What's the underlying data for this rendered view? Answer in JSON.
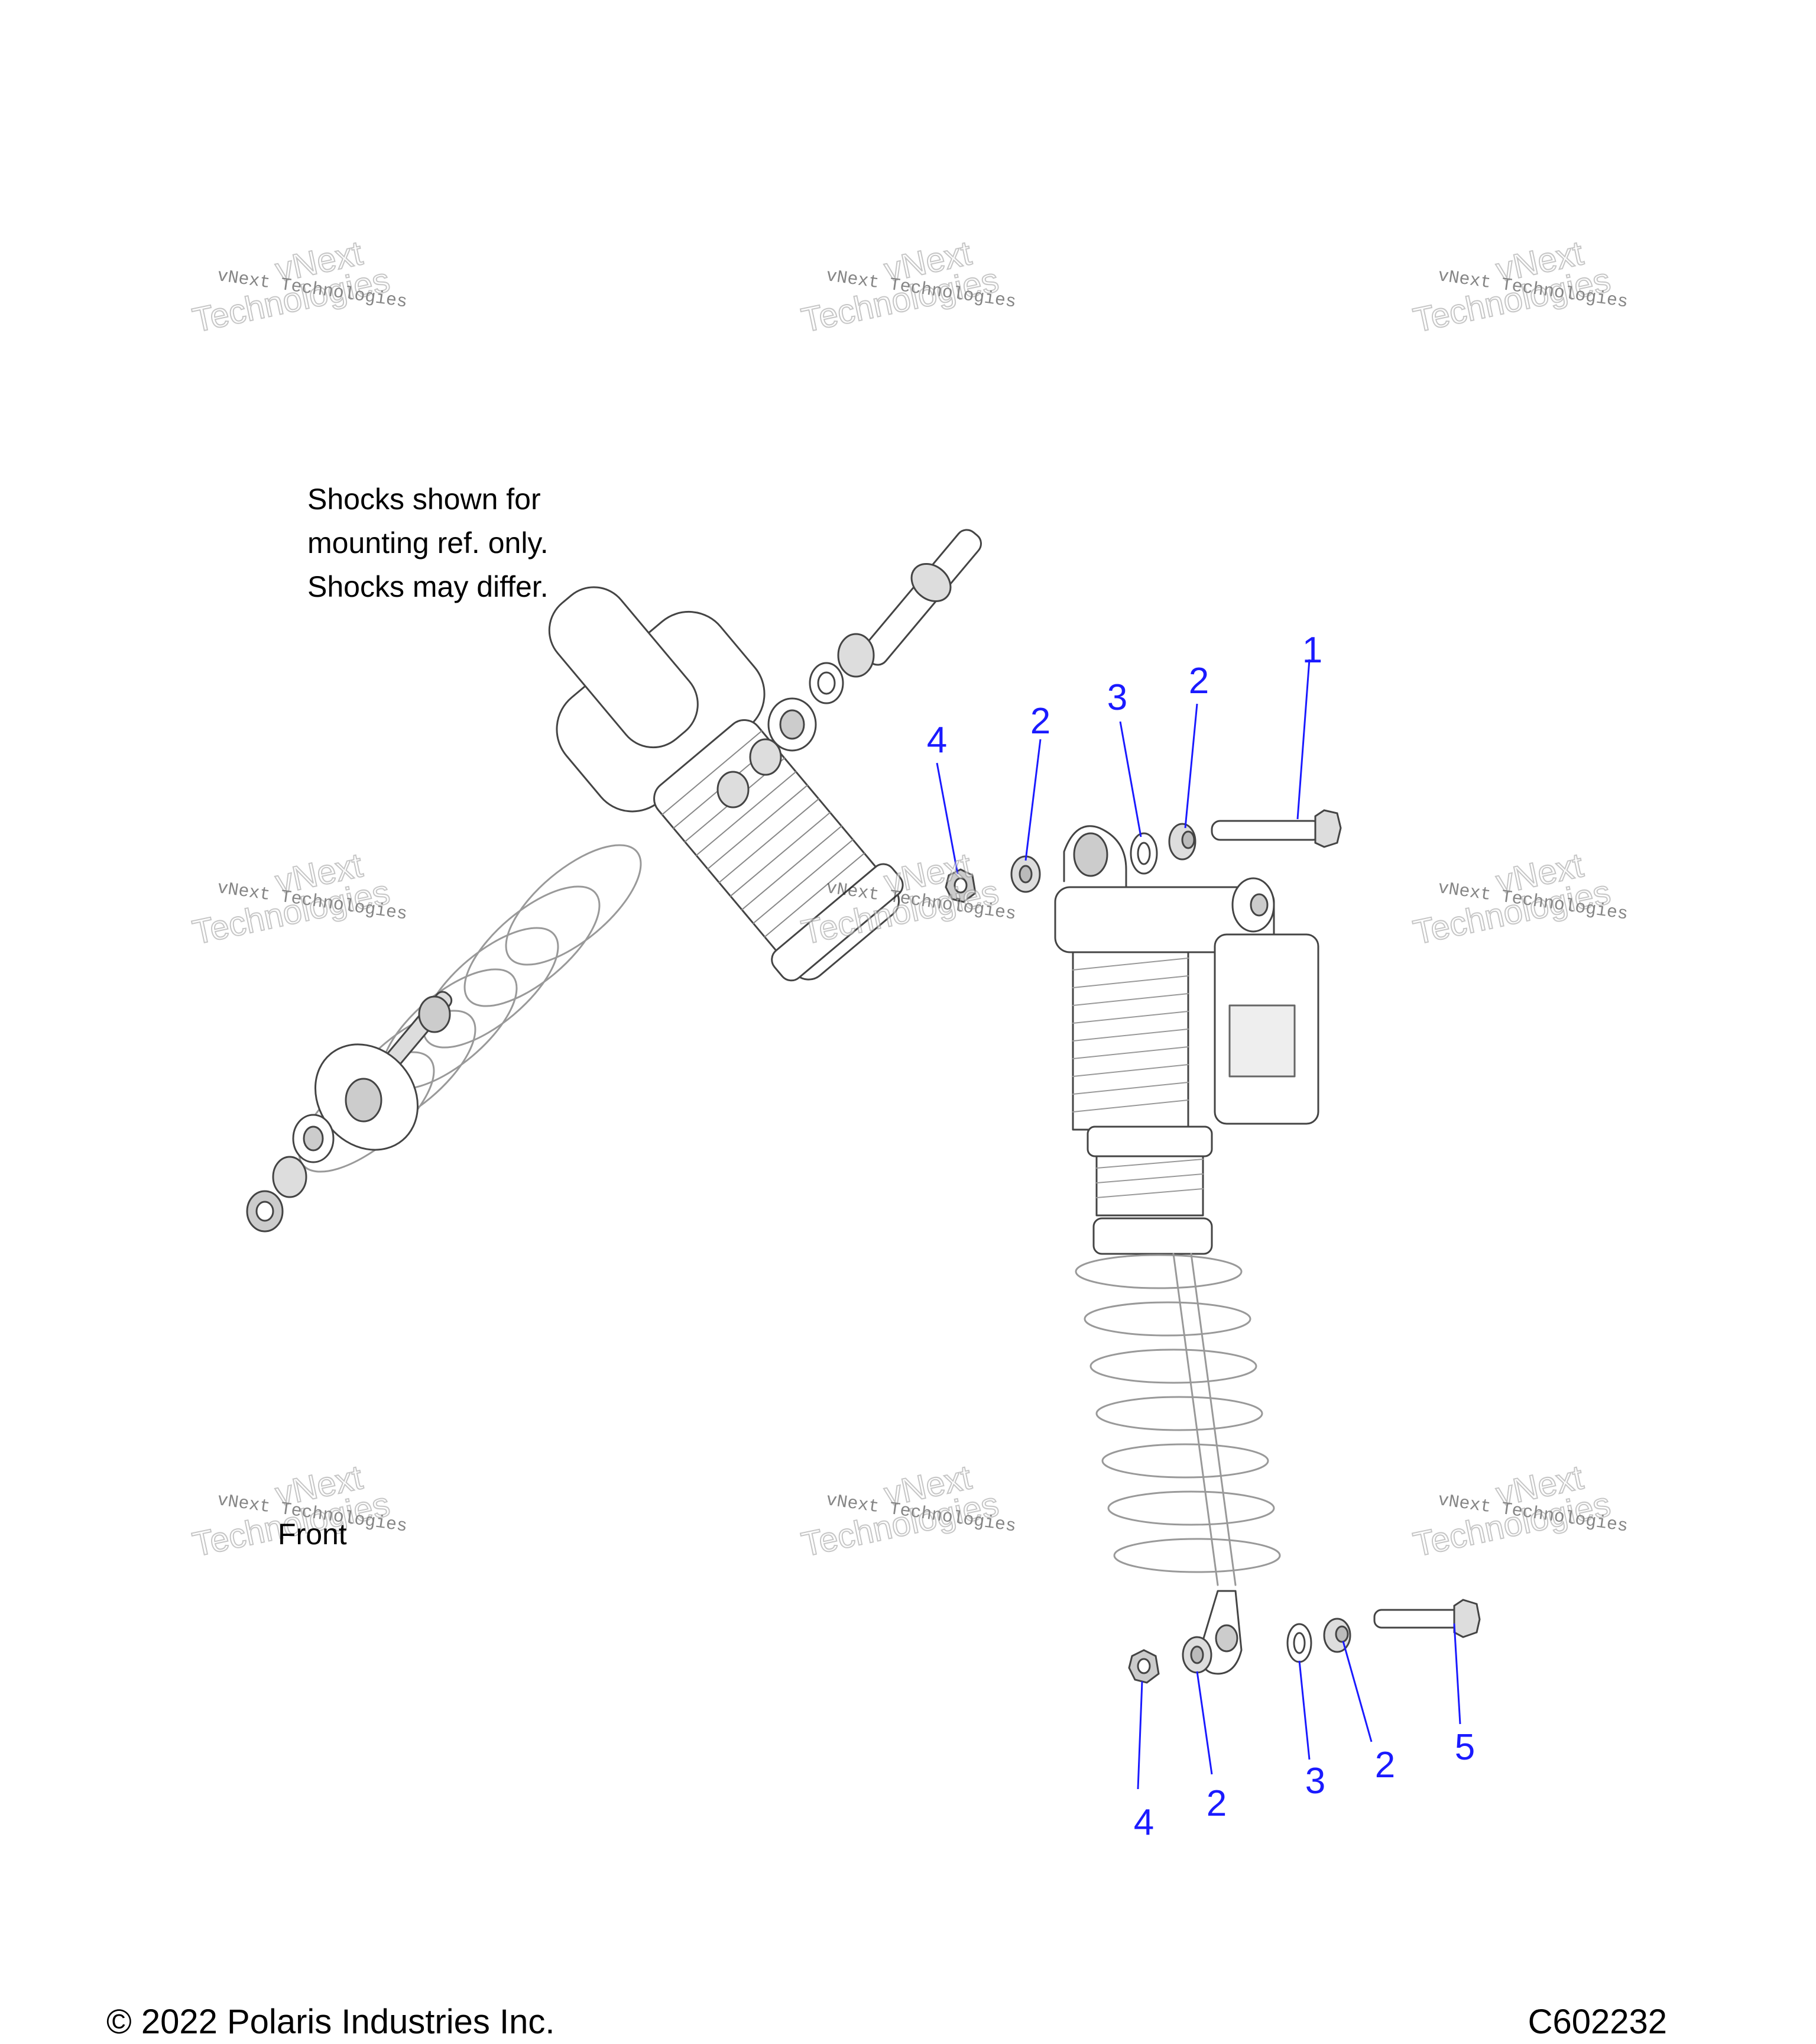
{
  "note": [
    "Shocks shown for",
    "mounting ref. only.",
    "Shocks may differ."
  ],
  "callouts": [
    {
      "id": "callout-1-top",
      "text": "1"
    },
    {
      "id": "callout-2-top-right",
      "text": "2"
    },
    {
      "id": "callout-3-top",
      "text": "3"
    },
    {
      "id": "callout-2-top-left",
      "text": "2"
    },
    {
      "id": "callout-4-top",
      "text": "4"
    },
    {
      "id": "callout-5-bottom",
      "text": "5"
    },
    {
      "id": "callout-2-bottom-right",
      "text": "2"
    },
    {
      "id": "callout-3-bottom",
      "text": "3"
    },
    {
      "id": "callout-2-bottom-left",
      "text": "2"
    },
    {
      "id": "callout-4-bottom",
      "text": "4"
    }
  ],
  "front_label": "Front",
  "watermark": {
    "small": "vNext Technologies",
    "big_line1": "vNext",
    "big_line2": "Technologies"
  },
  "footer": {
    "copyright": "© 2022 Polaris Industries Inc.",
    "figure_code": "C602232"
  },
  "colors": {
    "callout": "#1a1aff",
    "line": "#000000",
    "part_fill": "#c8c8c8"
  }
}
